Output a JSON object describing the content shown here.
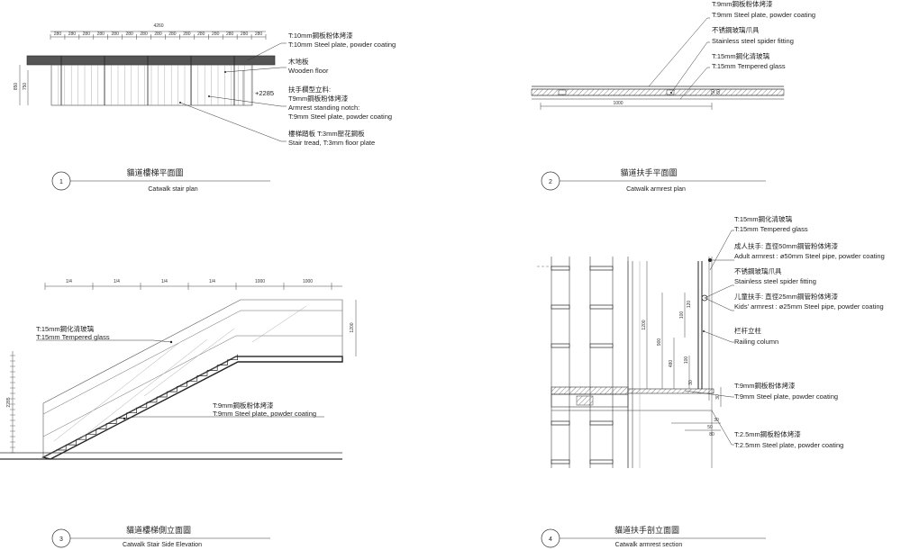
{
  "panel1": {
    "overall_dim": "4260",
    "small_dims": [
      "280",
      "280",
      "280",
      "280",
      "280",
      "280",
      "280",
      "280",
      "280",
      "280",
      "280",
      "280",
      "280",
      "280",
      "280"
    ],
    "left_dim_outer": "850",
    "left_dim_inner": "750",
    "level_mark": "+2285",
    "notes": [
      {
        "zh": "T:10mm鋼板粉体烤漆",
        "en": "T:10mm Steel plate, powder coating"
      },
      {
        "zh": "木地板",
        "en": "Wooden floor"
      },
      {
        "zh": "扶手欄型立料:",
        "zh2": "T9mm鋼板粉体烤漆",
        "en": "Armrest standing notch:",
        "en2": "T:9mm Steel plate, powder coating"
      },
      {
        "zh": "樓梯踏板 T:3mm壓花鋼板",
        "en": "Stair tread, T:3mm floor plate"
      }
    ],
    "number": "1",
    "title_zh": "貓道樓梯平面圖",
    "title_en": "Catwalk stair plan"
  },
  "panel2": {
    "bottom_dim": "1000",
    "side_dims": [
      "50",
      "60"
    ],
    "notes": [
      {
        "zh": "T:9mm鋼板粉体烤漆",
        "en": "T:9mm Steel plate, powder coating"
      },
      {
        "zh": "不锈鋼玻璃爪具",
        "en": "Stainless steel spider fitting"
      },
      {
        "zh": "T:15mm鋼化清玻璃",
        "en": "T:15mm Tempered glass"
      }
    ],
    "number": "2",
    "title_zh": "貓道扶手平面圖",
    "title_en": "Catwalk armrest plan"
  },
  "panel3": {
    "top_dims": [
      "1/4",
      "1/4",
      "1/4",
      "1/4",
      "1000",
      "1000"
    ],
    "right_dim": "1200",
    "left_dim": "2285",
    "notes": [
      {
        "zh": "T:15mm鋼化清玻璃",
        "en": "T:15mm Tempered glass"
      },
      {
        "zh": "T:9mm鋼板粉体烤漆",
        "en": "T:9mm Steel plate, powder coating"
      }
    ],
    "number": "3",
    "title_zh": "貓道樓梯側立面圖",
    "title_en": "Catwalk Stair Side Elevation"
  },
  "panel4": {
    "vertical_dims": [
      "1200",
      "900",
      "480",
      "100",
      "100",
      "30",
      "120",
      "30"
    ],
    "bottom_dims": [
      "30",
      "50",
      "80"
    ],
    "notes": [
      {
        "zh": "T:15mm鋼化清玻璃",
        "en": "T:15mm Tempered glass"
      },
      {
        "zh": "成人扶手: 直徑50mm鋼管粉体烤漆",
        "en": "Adult armrest : ø50mm Steel pipe, powder coating"
      },
      {
        "zh": "不锈鋼玻璃爪具",
        "en": "Stainless steel spider fitting"
      },
      {
        "zh": "儿童扶手: 直徑25mm鋼管粉体烤漆",
        "en": "Kids' armrest : ø25mm Steel pipe, powder coating"
      },
      {
        "zh": "栏杆立柱",
        "en": "Railing column"
      },
      {
        "zh": "T:9mm鋼板粉体烤漆",
        "en": "T:9mm Steel plate, powder coating"
      },
      {
        "zh": "T:2.5mm鋼板粉体烤漆",
        "en": "T:2.5mm Steel plate, powder coating"
      }
    ],
    "number": "4",
    "title_zh": "貓道扶手剖立面圖",
    "title_en": "Catwalk armrest section"
  }
}
